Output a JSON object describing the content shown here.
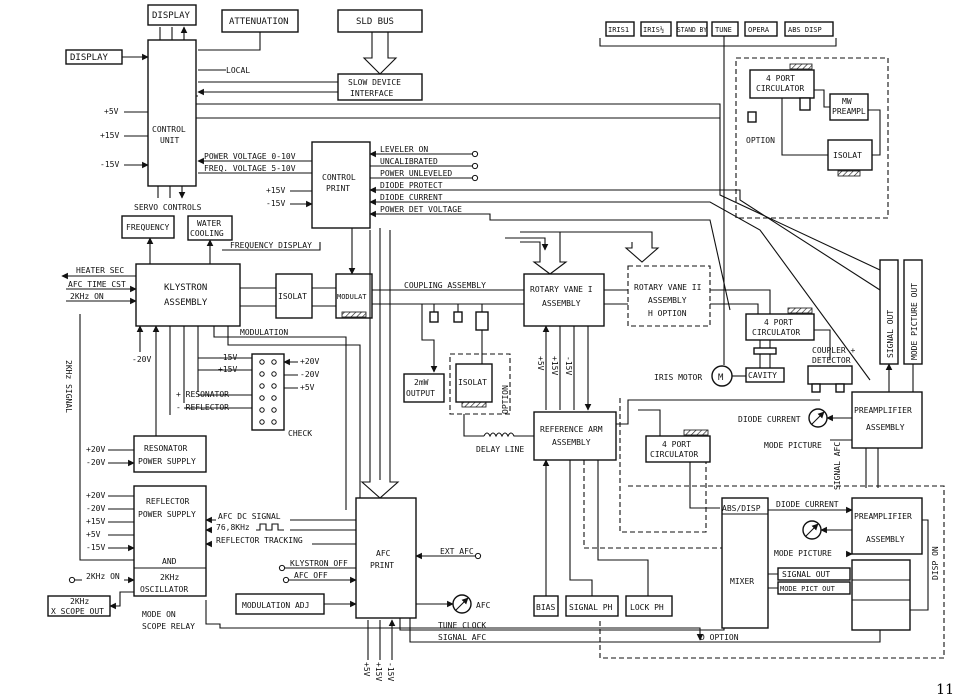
{
  "top": {
    "display_top": "DISPLAY",
    "attenuation": "ATTENUATION",
    "sld_bus": "SLD BUS",
    "display_left": "DISPLAY",
    "local": "LOCAL",
    "slow_device_1": "SLOW DEVICE",
    "slow_device_2": "INTERFACE",
    "control_unit_1": "CONTROL",
    "control_unit_2": "UNIT",
    "plus5": "+5V",
    "plus15": "+15V",
    "minus15": "-15V",
    "servo_controls": "SERVO CONTROLS"
  },
  "signals": {
    "power_voltage": "POWER VOLTAGE 0-10V",
    "freq_voltage": "FREQ. VOLTAGE 5-10V",
    "control_print_1": "CONTROL",
    "control_print_2": "PRINT",
    "cp_plus15": "+15V",
    "cp_minus15": "-15V",
    "leveler_on": "LEVELER ON",
    "uncalibrated": "UNCALIBRATED",
    "power_unleveled": "POWER UNLEVELED",
    "diode_protect": "DIODE PROTECT",
    "diode_current": "DIODE CURRENT",
    "power_det_voltage": "POWER DET VOLTAGE"
  },
  "switches": [
    "IRIS1",
    "IRIS½",
    "STAND BY",
    "TUNE",
    "OPERA",
    "ABS DISP"
  ],
  "option_box": {
    "circ_1": "4 PORT",
    "circ_2": "CIRCULATOR",
    "mw_1": "MW",
    "mw_2": "PREAMPL",
    "isolat": "ISOLAT",
    "option": "OPTION"
  },
  "klystron": {
    "frequency": "FREQUENCY",
    "water_1": "WATER",
    "water_2": "COOLING",
    "frequency_display": "FREQUENCY DISPLAY",
    "heater_sec": "HEATER SEC",
    "afc_time_cst": "AFC TIME CST",
    "khz_on": "2KHz ON",
    "klystron_1": "KLYSTRON",
    "klystron_2": "ASSEMBLY",
    "isolat": "ISOLAT",
    "modulat": "MODULAT",
    "coupling_assembly": "COUPLING ASSEMBLY",
    "modulation": "MODULATION",
    "minus20": "-20V",
    "khz_signal": "2KHz SIGNAL",
    "r_m15": "-15V",
    "r_p15": "+15V",
    "resonator_sig": "+ RESONATOR",
    "reflector_sig": "- REFLECTOR",
    "t_p20": "+20V",
    "t_m20": "-20V",
    "t_p5": "+5V",
    "check": "CHECK"
  },
  "vanes": {
    "rv1_1": "ROTARY VANE I",
    "rv1_2": "ASSEMBLY",
    "rv2_1": "ROTARY VANE II",
    "rv2_2": "ASSEMBLY",
    "rv2_3": "H OPTION",
    "circ_1": "4 PORT",
    "circ_2": "CIRCULATOR",
    "coupler_1": "COUPLER +",
    "coupler_2": "DETECTOR",
    "iris_motor": "IRIS MOTOR",
    "motor_m": "M",
    "cavity": "CAVITY",
    "signal_out": "SIGNAL OUT",
    "mode_picture_out": "MODE PICTURE OUT"
  },
  "middle": {
    "output_1": "2mW",
    "output_2": "OUTPUT",
    "isolat": "ISOLAT",
    "option": "OPTION",
    "delay_line": "DELAY LINE",
    "v_p5": "+5V",
    "v_p15": "+15V",
    "v_m15": "-15V",
    "ref_arm_1": "REFERENCE ARM",
    "ref_arm_2": "ASSEMBLY",
    "circ_1": "4 PORT",
    "circ_2": "CIRCULATOR",
    "diode_current": "DIODE CURRENT",
    "mode_picture": "MODE PICTURE",
    "preamp_1": "PREAMPLIFIER",
    "preamp_2": "ASSEMBLY",
    "signal_afc": "SIGNAL AFC"
  },
  "lower": {
    "res_ps_1": "RESONATOR",
    "res_ps_2": "POWER SUPPLY",
    "rs_p20": "+20V",
    "rs_m20": "-20V",
    "ref_ps_1": "REFLECTOR",
    "ref_ps_2": "POWER SUPPLY",
    "ref_and": "AND",
    "osc_1": "2KHz",
    "osc_2": "OSCILLATOR",
    "rf_p20": "+20V",
    "rf_m20": "-20V",
    "rf_p15": "+15V",
    "rf_p5": "+5V",
    "rf_m15": "-15V",
    "afc_dc_signal": "AFC DC SIGNAL",
    "khz_76": "76,8KHz",
    "reflector_tracking": "REFLECTOR TRACKING",
    "khz_on": "2KHz ON",
    "scope_1": "2KHz",
    "scope_2": "X SCOPE OUT",
    "mode_on": "MODE ON",
    "scope_relay": "SCOPE RELAY",
    "klystron_off": "KLYSTRON OFF",
    "afc_off": "AFC OFF",
    "modulation_adj": "MODULATION ADJ",
    "afc_print_1": "AFC",
    "afc_print_2": "PRINT",
    "ext_afc": "EXT AFC",
    "afc_meter": "AFC",
    "tune_clock": "TUNE CLOCK",
    "signal_afc": "SIGNAL AFC",
    "d_option": "D OPTION",
    "a_p5": "+5V",
    "a_p15": "+15V",
    "a_m15": "-15V",
    "bias": "BIAS",
    "signal_ph": "SIGNAL PH",
    "lock_ph": "LOCK PH",
    "abs_disp": "ABS/DISP",
    "mixer": "MIXER",
    "diode_current": "DIODE CURRENT",
    "mode_picture": "MODE PICTURE",
    "preamp_1": "PREAMPLIFIER",
    "preamp_2": "ASSEMBLY",
    "signal_out": "SIGNAL OUT",
    "mode_pict_out": "MODE PICT OUT",
    "disp_on": "DISP ON"
  },
  "page_number": "11"
}
